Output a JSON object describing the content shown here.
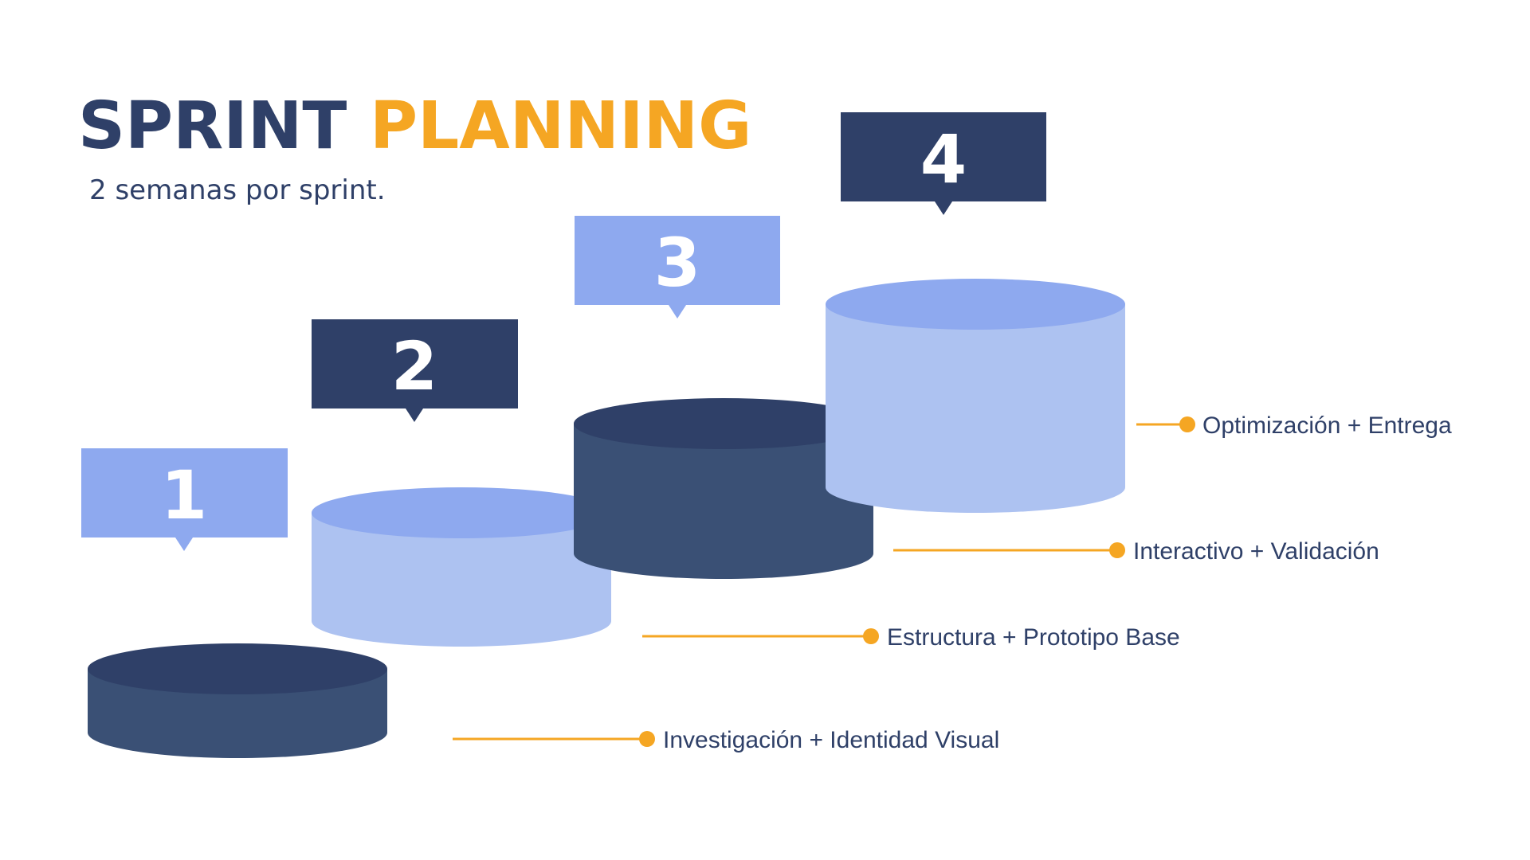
{
  "header": {
    "title_part_1": "SPRINT",
    "title_part_2": "PLANNING",
    "subtitle": "2 semanas por sprint."
  },
  "colors": {
    "dark_navy": "#2f4068",
    "dark_body": "#3a5075",
    "light_blue_top": "#8ea9ef",
    "light_blue_body": "#adc2f1",
    "accent_orange": "#f5a623",
    "text": "#2f4068"
  },
  "steps": [
    {
      "number": "1",
      "label": "Investigación + Identidad Visual",
      "style": "dark",
      "callout_style": "light"
    },
    {
      "number": "2",
      "label": "Estructura + Prototipo Base",
      "style": "light",
      "callout_style": "dark"
    },
    {
      "number": "3",
      "label": "Interactivo + Validación",
      "style": "dark",
      "callout_style": "light"
    },
    {
      "number": "4",
      "label": "Optimización + Entrega",
      "style": "light",
      "callout_style": "dark"
    }
  ]
}
